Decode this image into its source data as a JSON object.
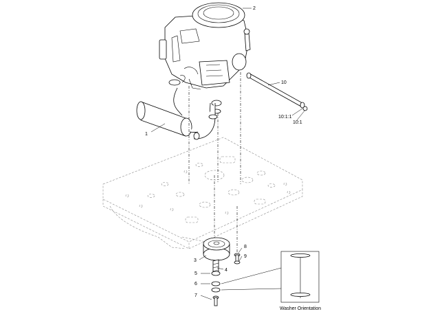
{
  "callouts": {
    "c1": "1",
    "c2": "2",
    "c3": "3",
    "c4": "4",
    "c5": "5",
    "c6": "6",
    "c7": "7",
    "c8": "8",
    "c9": "9",
    "c10": "10",
    "c10_1_1": "10:1:1",
    "c10_1": "10:1"
  },
  "washer_caption": "Washer Orientation",
  "colors": {
    "ink": "#000000",
    "ghost": "#8a8a8a",
    "paper": "#ffffff"
  }
}
